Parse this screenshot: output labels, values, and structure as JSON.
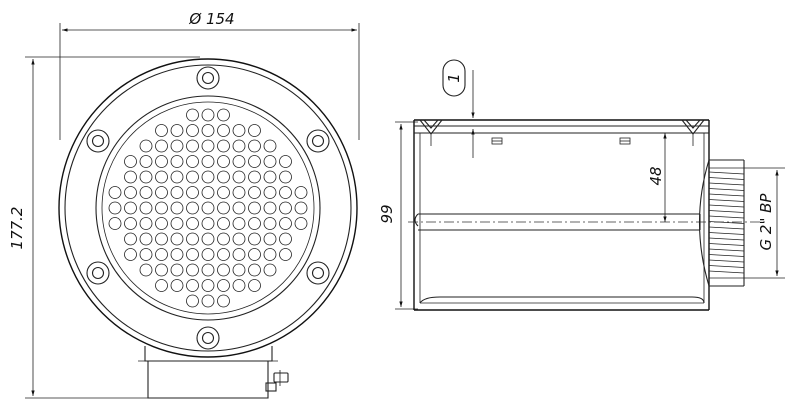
{
  "front_view": {
    "diameter_label": "Ø 154",
    "height_label": "177.2"
  },
  "side_view": {
    "height_label": "99",
    "depth_label": "48",
    "thread_label": "G 2\" ВР",
    "callout_label": "1"
  },
  "colors": {
    "line": "#222222",
    "background": "#ffffff"
  }
}
